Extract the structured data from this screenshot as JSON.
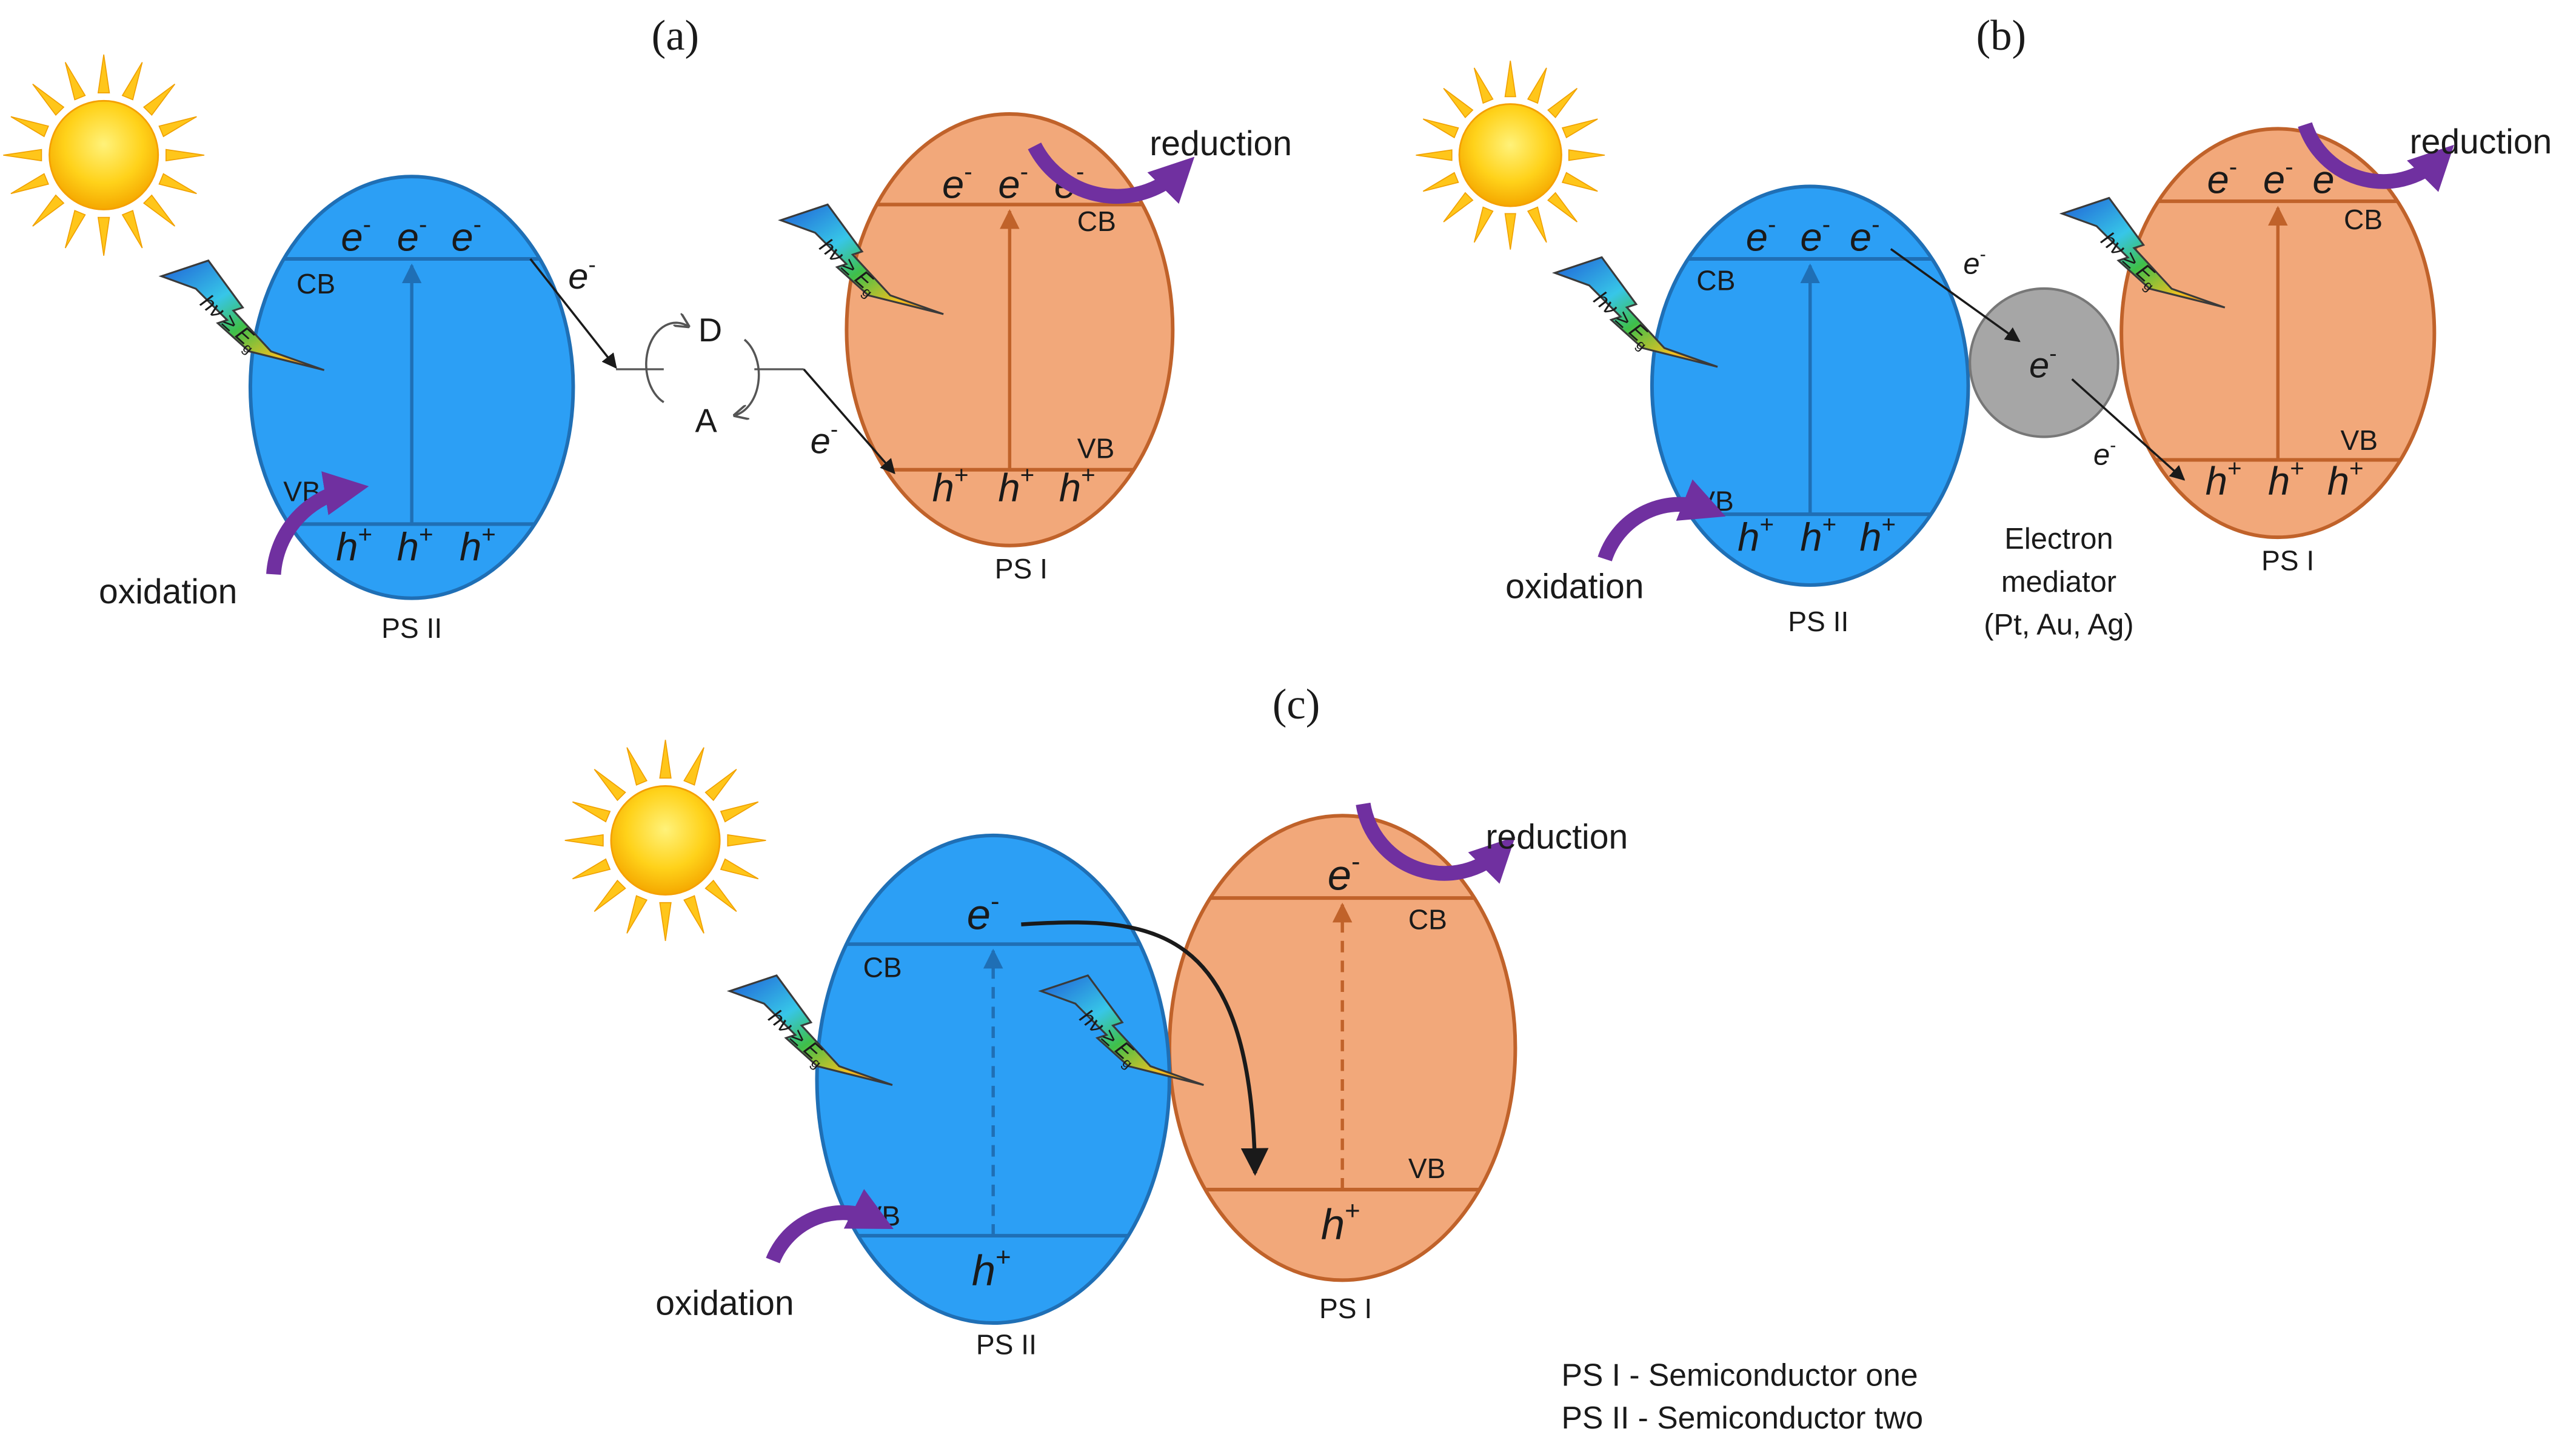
{
  "colors": {
    "ps2_fill": "#2c9ff5",
    "ps2_stroke": "#1f6fb5",
    "ps1_fill": "#f2a87a",
    "ps1_stroke": "#c0622a",
    "mediator_fill": "#a6a6a6",
    "curved_arrow": "#7030a0",
    "sun": "#f5b400",
    "text": "#1a1a1a"
  },
  "icons": {
    "sun": "sun-icon",
    "photon": "lightning-photon-icon",
    "curved_arrow": "curved-arrow-icon"
  },
  "labels": {
    "cb": "CB",
    "vb": "VB",
    "e": "e",
    "h": "h",
    "minus": "-",
    "plus": "+",
    "ps1": "PS I",
    "ps2": "PS II",
    "oxidation": "oxidation",
    "reduction": "reduction",
    "photon": "hν ≥ E",
    "photon_sub": "g"
  },
  "panels": {
    "a": {
      "tag": "(a)",
      "donor": "D",
      "acceptor": "A"
    },
    "b": {
      "tag": "(b)",
      "mediator_line1": "Electron",
      "mediator_line2": "mediator",
      "mediator_line3": "(Pt, Au, Ag)"
    },
    "c": {
      "tag": "(c)"
    }
  },
  "legend": {
    "line1": "PS I - Semiconductor one",
    "line2": "PS II - Semiconductor two"
  }
}
